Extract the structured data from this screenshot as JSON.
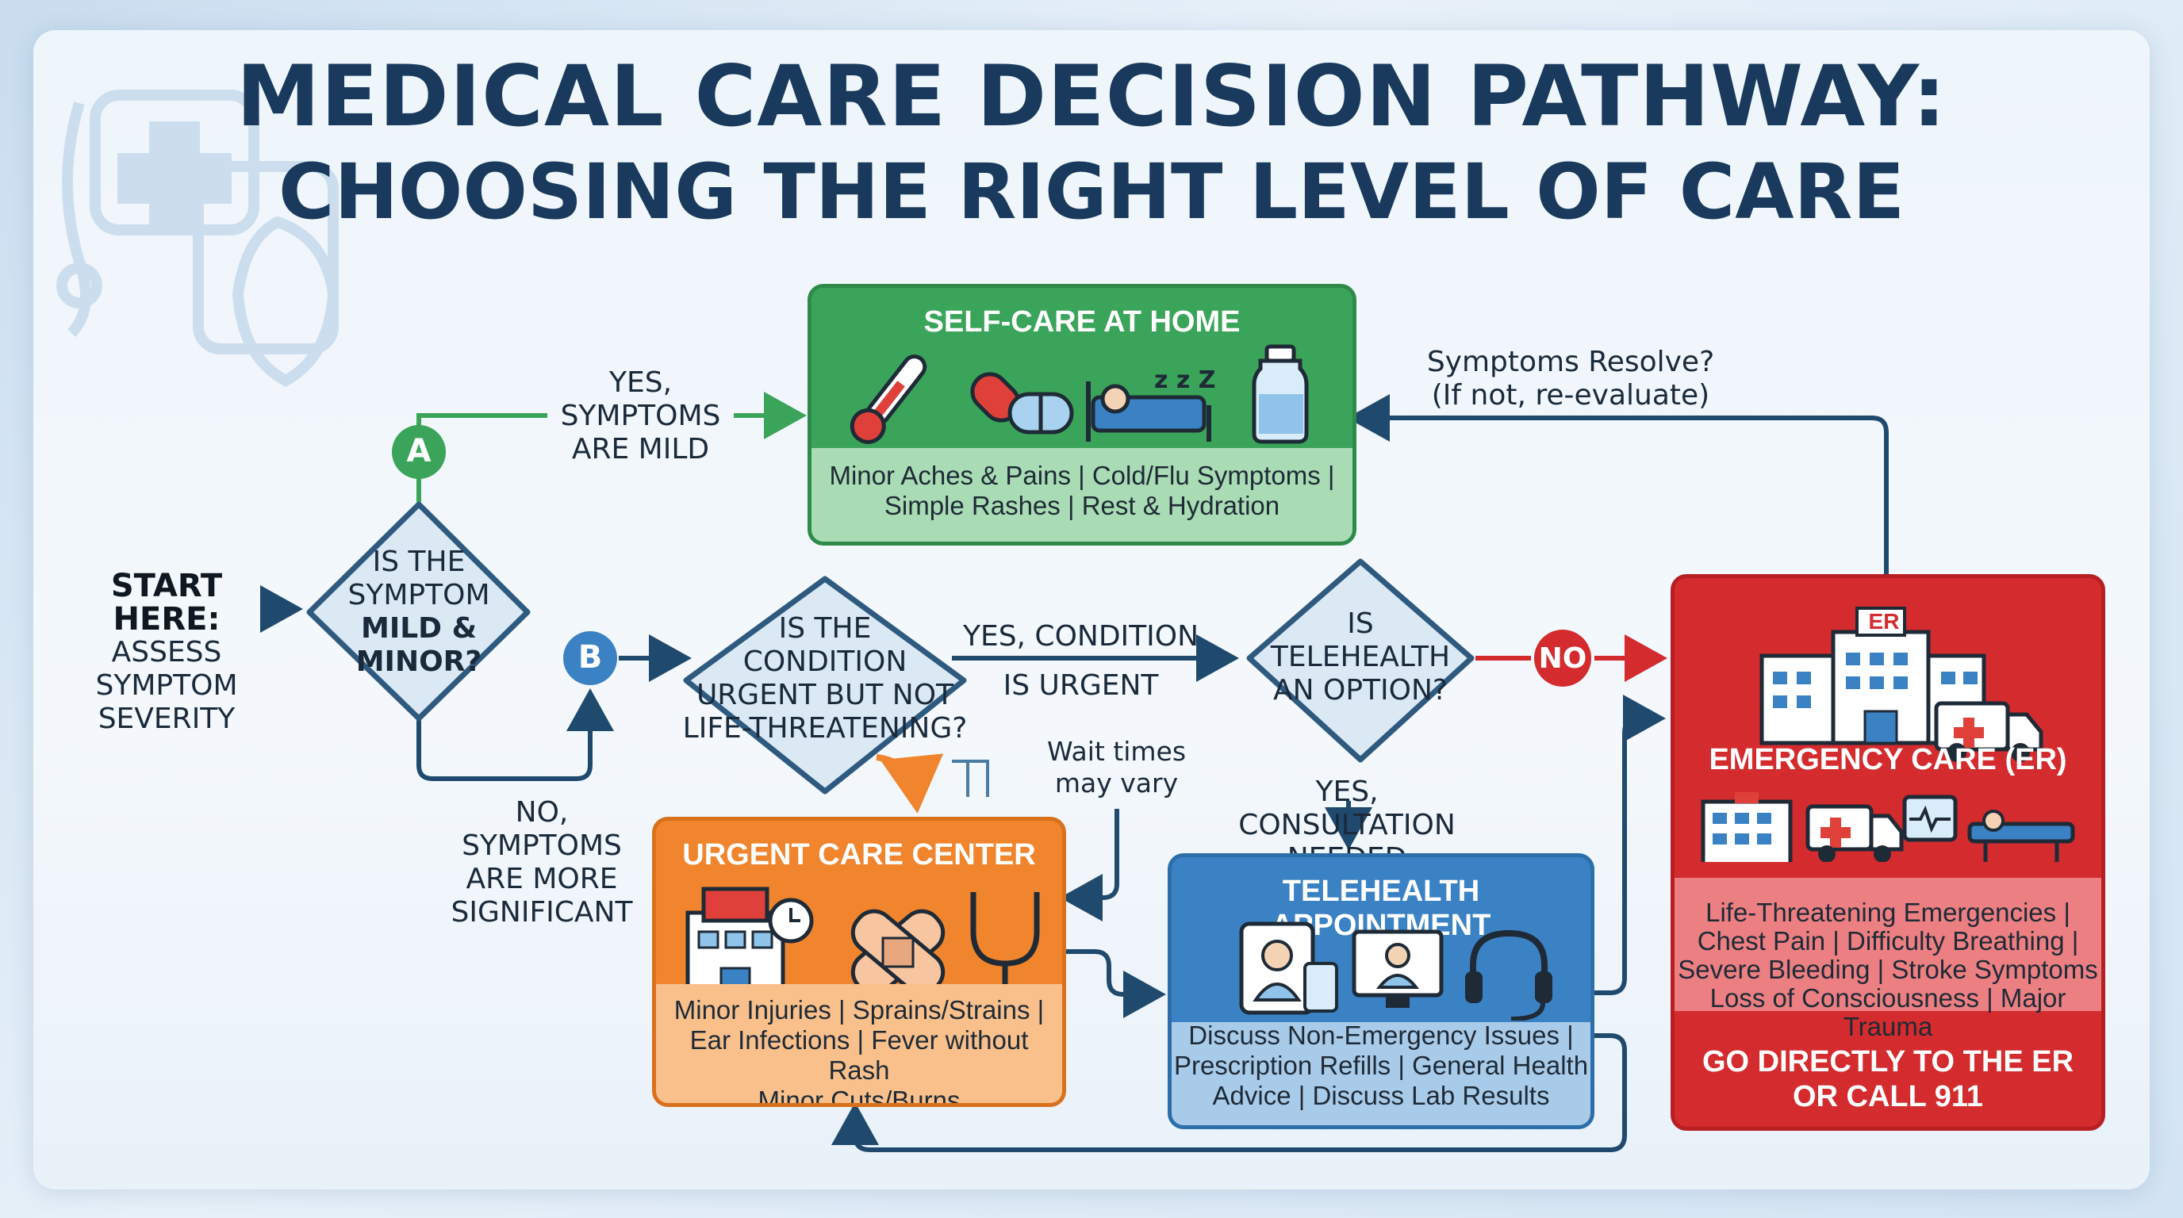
{
  "title": {
    "line1": "MEDICAL CARE DECISION PATHWAY:",
    "line2": "CHOOSING THE RIGHT LEVEL OF CARE"
  },
  "start": {
    "heading": "START HERE:",
    "line1": "ASSESS",
    "line2": "SYMPTOM",
    "line3": "SEVERITY"
  },
  "decision_mild": {
    "line1": "IS THE",
    "line2": "SYMPTOM",
    "line3": "MILD &",
    "line4": "MINOR?"
  },
  "decision_urgent": {
    "line1": "IS THE",
    "line2": "CONDITION",
    "line3": "URGENT BUT NOT",
    "line4": "LIFE-THREATENING?"
  },
  "decision_telehealth": {
    "line1": "IS",
    "line2": "TELEHEALTH",
    "line3": "AN OPTION?"
  },
  "markers": {
    "a": "A",
    "b": "B",
    "no": "NO"
  },
  "edges": {
    "yes_mild": [
      "YES,",
      "SYMPTOMS",
      "ARE MILD"
    ],
    "no_significant": [
      "NO, SYMPTOMS",
      "ARE MORE",
      "SIGNIFICANT"
    ],
    "yes_urgent": [
      "YES, CONDITION",
      "IS URGENT"
    ],
    "wait_times": [
      "Wait times",
      "may vary"
    ],
    "consultation": [
      "YES, CONSULTATION",
      "NEEDED"
    ],
    "resolve": [
      "Symptoms Resolve?",
      "(If not, re-evaluate)"
    ]
  },
  "self_care": {
    "title": "SELF-CARE AT HOME",
    "desc": [
      "Minor Aches & Pains | Cold/Flu Symptoms |",
      "Simple Rashes | Rest & Hydration"
    ],
    "icons": [
      "thermometer-icon",
      "pill-icon",
      "sleep-icon",
      "water-bottle-icon"
    ],
    "zzz": "z z Z"
  },
  "urgent_care": {
    "title": "URGENT CARE CENTER",
    "desc": [
      "Minor Injuries | Sprains/Strains |",
      "Ear Infections | Fever without Rash",
      "Minor Cuts/Burns"
    ],
    "icons": [
      "clinic-building-icon",
      "bandage-icon",
      "stethoscope-icon"
    ]
  },
  "telehealth": {
    "title": "TELEHEALTH APPOINTMENT",
    "desc": [
      "Discuss Non-Emergency Issues |",
      "Prescription Refills | General Health",
      "Advice | Discuss Lab Results"
    ],
    "icons": [
      "tablet-doctor-icon",
      "video-call-icon",
      "headset-icon"
    ]
  },
  "emergency": {
    "title": "EMERGENCY CARE (ER)",
    "er_sign": "ER",
    "desc": [
      "Life-Threatening Emergencies |",
      "Chest Pain | Difficulty Breathing |",
      "Severe Bleeding | Stroke Symptoms",
      "Loss of Consciousness | Major Trauma"
    ],
    "cta": [
      "GO DIRECTLY TO THE ER",
      "OR CALL 911"
    ],
    "icons": [
      "hospital-icon",
      "ambulance-icon",
      "heart-monitor-icon",
      "stretcher-icon"
    ]
  },
  "colors": {
    "green": "#3aa45a",
    "green_light": "#a9dbb4",
    "orange": "#f0852d",
    "orange_light": "#f9c08b",
    "blue": "#3b82c4",
    "blue_light": "#a9cbea",
    "red": "#d42b2e",
    "red_light": "#ec7f82",
    "navy": "#1f4a6e"
  }
}
